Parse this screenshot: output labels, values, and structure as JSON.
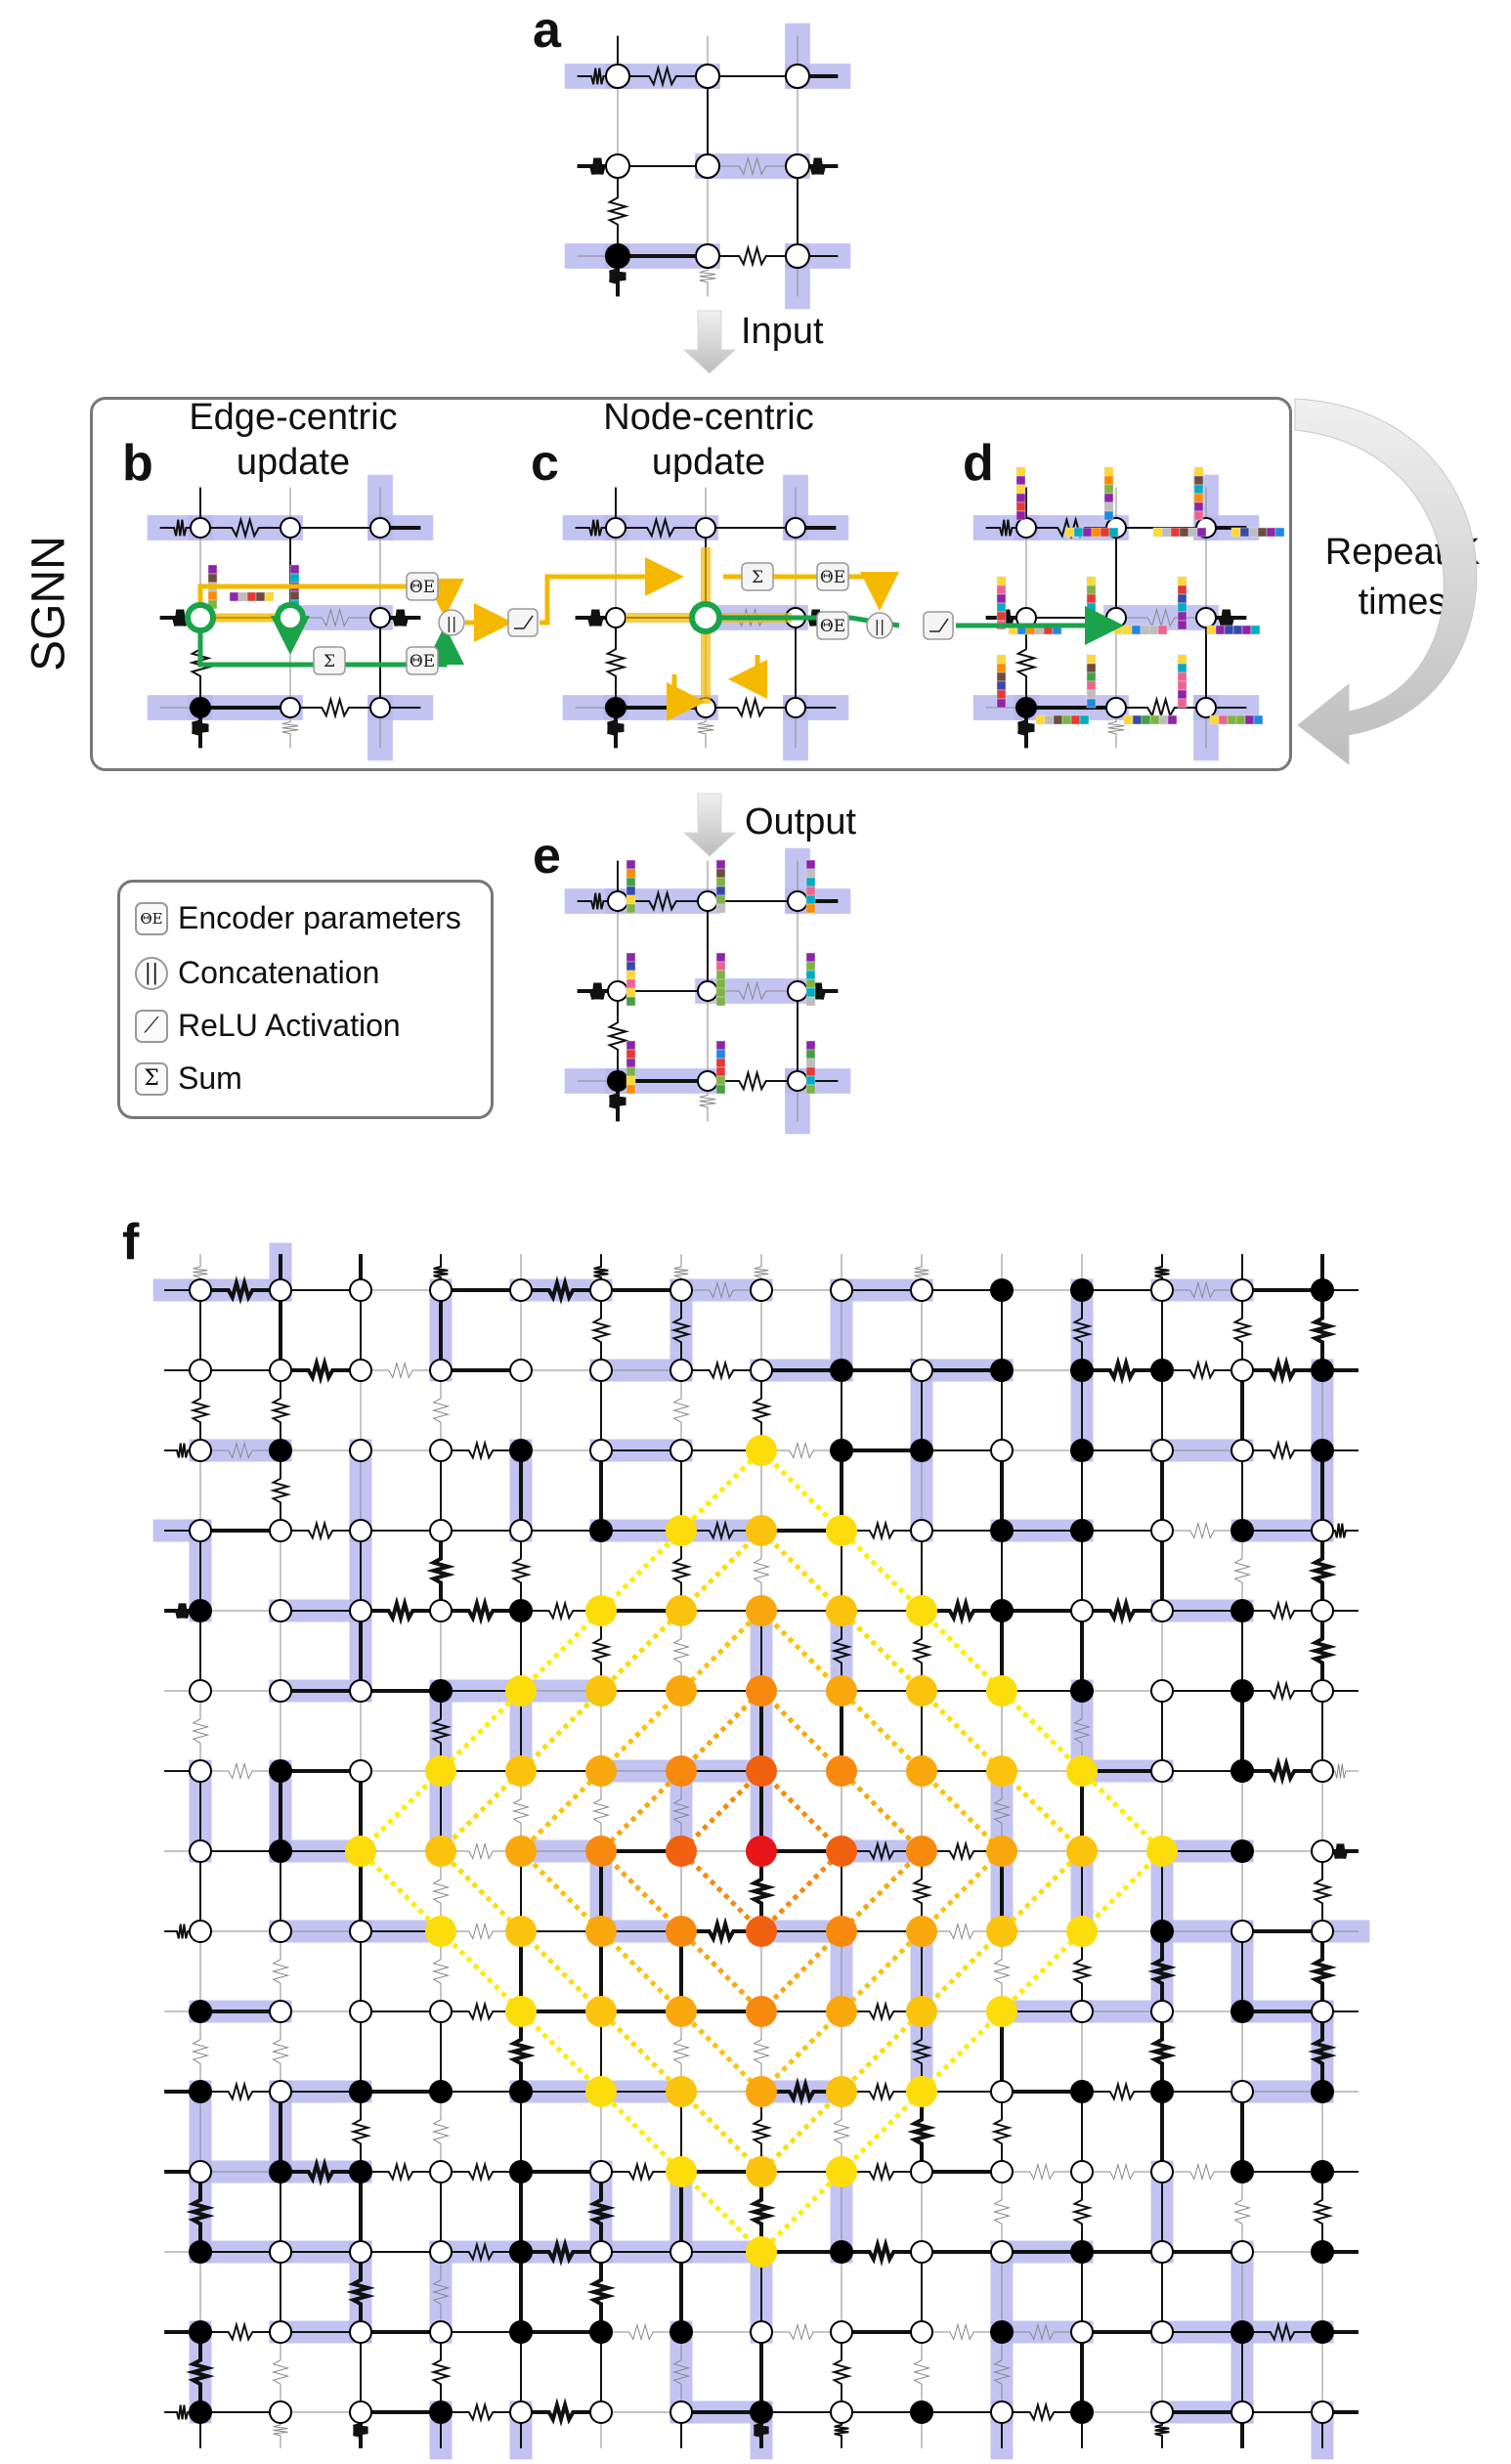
{
  "panels": {
    "a": "a",
    "b": "b",
    "c": "c",
    "d": "d",
    "e": "e",
    "f": "f"
  },
  "captions": {
    "edge_centric": "Edge-centric update",
    "node_centric": "Node-centric update"
  },
  "arrows": {
    "input": "Input",
    "output": "Output",
    "repeat": "Repeat K times"
  },
  "sgnn_label": "SGNN",
  "legend": [
    {
      "symbol": "ΘE",
      "label": "Encoder parameters"
    },
    {
      "symbol": "||",
      "label": "Concatenation"
    },
    {
      "symbol": "⟋",
      "label": "ReLU Activation"
    },
    {
      "symbol": "Σ",
      "label": "Sum"
    }
  ],
  "operator_symbols": {
    "theta": "ΘE",
    "sum": "Σ",
    "concat": "||"
  },
  "colors": {
    "edge_black": "#111111",
    "edge_gray": "#888888",
    "highlight_blue": "#b9b9f0",
    "flow_orange": "#f5b800",
    "flow_green": "#1aa34a",
    "ring_colors": [
      "#e8161a",
      "#f0600e",
      "#f7890e",
      "#f8a70d",
      "#fac30c",
      "#fcdc0a",
      "#fded08"
    ],
    "arrow_gray": "#cccccc",
    "box_border": "#777777"
  },
  "lattice_f": {
    "size": 15,
    "center": [
      7,
      7
    ],
    "max_rings": 5
  }
}
